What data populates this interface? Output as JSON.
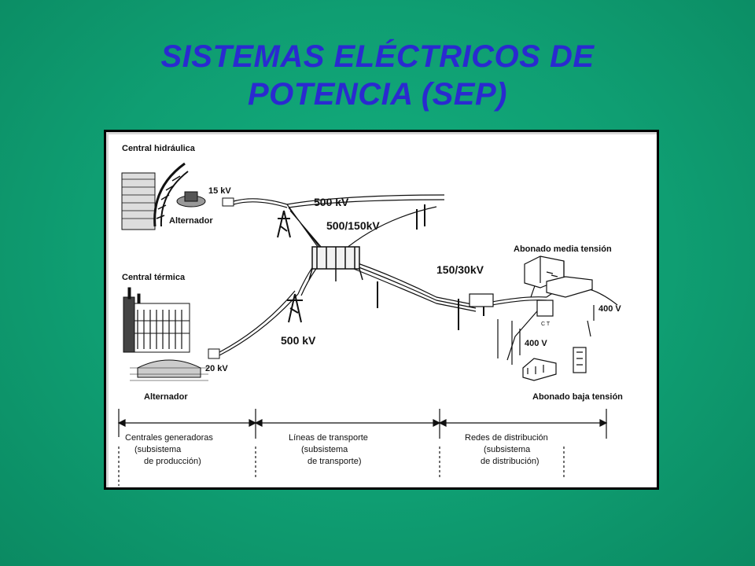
{
  "slide": {
    "title_line1": "SISTEMAS ELÉCTRICOS DE",
    "title_line2": "POTENCIA (SEP)"
  },
  "diagram": {
    "voltages": {
      "v500_top": "500 kV",
      "v500_150": "500/150kV",
      "v150_30": "150/30kV",
      "v500_bottom": "500 kV",
      "v400_right": "400 V",
      "v400_mid": "400 V",
      "v15": "15 kV",
      "v20": "20 kV"
    },
    "labels": {
      "hydro": "Central hidráulica",
      "alternator_top": "Alternador",
      "thermal": "Central térmica",
      "alternator_bottom": "Alternador",
      "medium_subscriber": "Abonado media tensión",
      "ct": "C T",
      "low_subscriber": "Abonado baja tensión"
    },
    "sections": {
      "generation": [
        "Centrales generadoras",
        "(subsistema",
        "de producción)"
      ],
      "transport": [
        "Líneas de transporte",
        "(subsistema",
        "de transporte)"
      ],
      "distribution": [
        "Redes de distribución",
        "(subsistema",
        "de distribución)"
      ]
    }
  }
}
